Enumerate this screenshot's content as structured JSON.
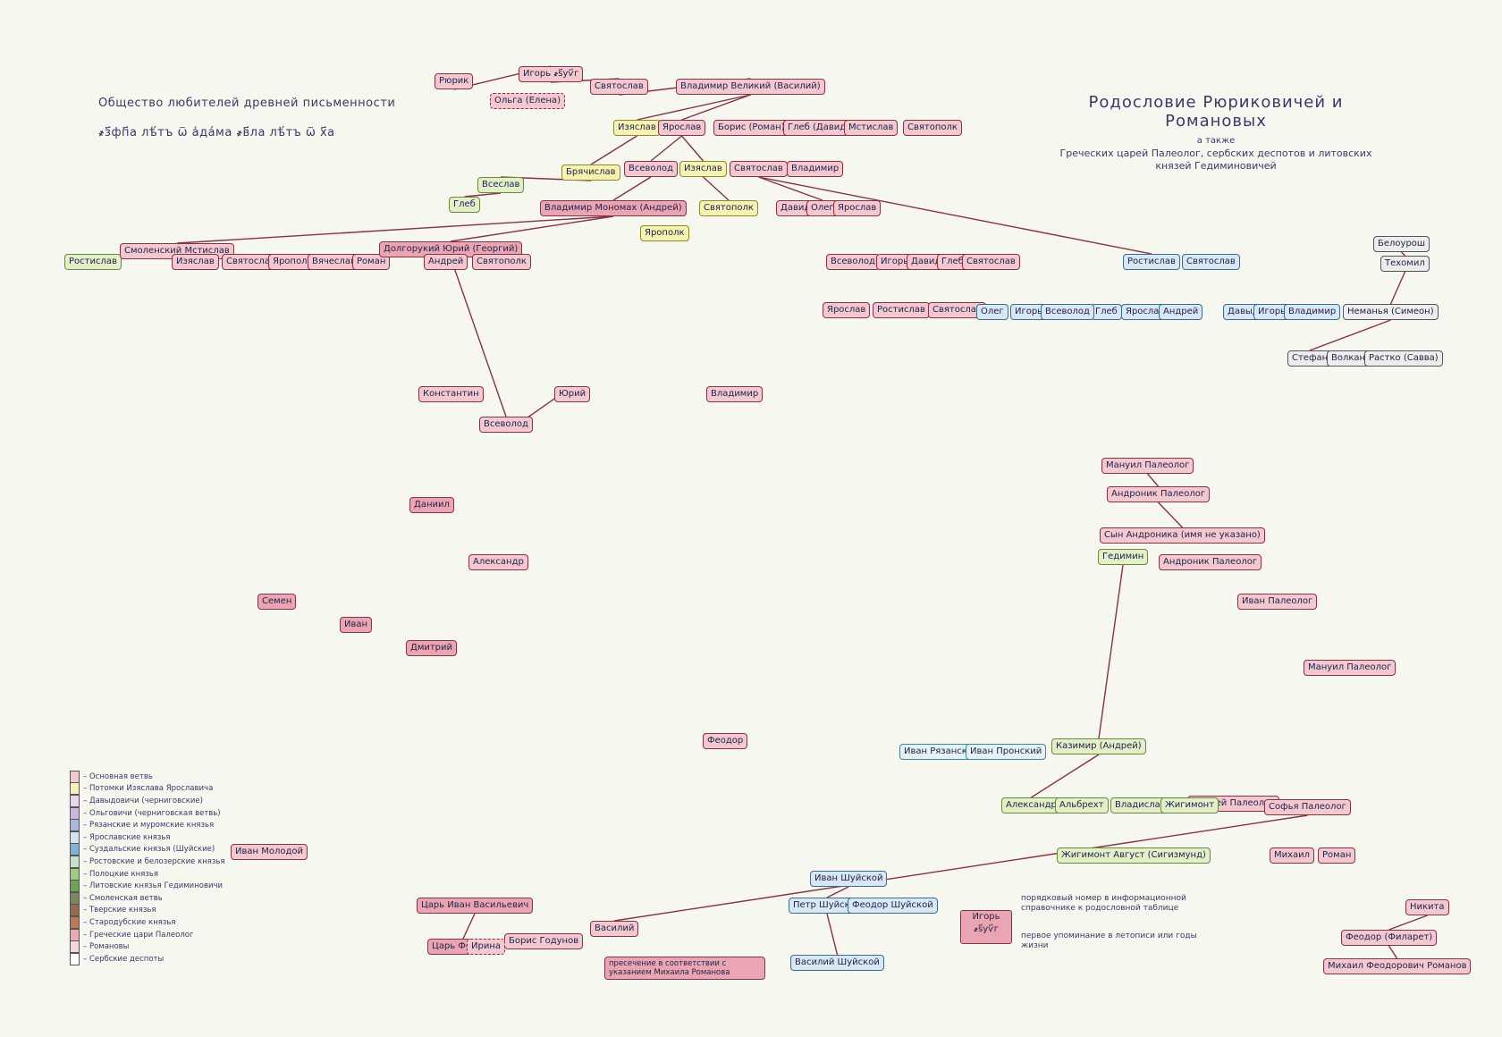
{
  "header": {
    "society": "Общество любителей древней письменности",
    "date": "҂з҃фп҃а лѣ́тъ ѿ а҆да́ма   ҂в҃ла лѣ́тъ ѿ х҃а",
    "title": "Родословие Рюриковичей и Романовых",
    "subtitle_small": "а также",
    "subtitle": "Греческих царей Палеолог, сербских деспотов и литовских князей Гедиминовичей"
  },
  "colors": {
    "main": "#f1c9cf",
    "red": "#e9a6b2",
    "green": "#e2efc9",
    "yellow": "#f6f3b2",
    "blue": "#d7e8f3",
    "cyan": "#e4f2f4",
    "gray": "#ededed"
  },
  "nodes": [
    {
      "id": "ryurik",
      "label": "Рюрик",
      "style": "main"
    },
    {
      "id": "igor",
      "label": "Игорь ҂ѕ҃уѵ҃г",
      "style": "main"
    },
    {
      "id": "olga",
      "label": "Ольга (Елена)",
      "style": "main",
      "dashed": true
    },
    {
      "id": "svyatoslav1",
      "label": "Святослав",
      "style": "main"
    },
    {
      "id": "vladimir",
      "label": "Владимир Великий (Василий)",
      "style": "main"
    },
    {
      "id": "izyaslav1",
      "label": "Изяслав",
      "style": "yellow"
    },
    {
      "id": "yaroslav1",
      "label": "Ярослав",
      "style": "main"
    },
    {
      "id": "boris",
      "label": "Борис (Роман)",
      "style": "main"
    },
    {
      "id": "gleb1",
      "label": "Глеб (Давид)",
      "style": "main"
    },
    {
      "id": "mstislav1",
      "label": "Мстислав",
      "style": "main"
    },
    {
      "id": "svyatopolk1",
      "label": "Святополк",
      "style": "main"
    },
    {
      "id": "bryachislav",
      "label": "Брячислав",
      "style": "yellow"
    },
    {
      "id": "vsevolod1",
      "label": "Всеволод",
      "style": "main"
    },
    {
      "id": "izyaslav2",
      "label": "Изяслав",
      "style": "yellow"
    },
    {
      "id": "svyatoslav2",
      "label": "Святослав",
      "style": "main"
    },
    {
      "id": "vladimir2",
      "label": "Владимир",
      "style": "main"
    },
    {
      "id": "vseslav",
      "label": "Всеслав",
      "style": "green"
    },
    {
      "id": "monomakh",
      "label": "Владимир Мономах (Андрей)",
      "style": "red"
    },
    {
      "id": "yaropolk1",
      "label": "Ярополк",
      "style": "yellow"
    },
    {
      "id": "svyatopolk2",
      "label": "Святополк",
      "style": "yellow"
    },
    {
      "id": "david1",
      "label": "Давид",
      "style": "main"
    },
    {
      "id": "oleg1",
      "label": "Олег",
      "style": "main"
    },
    {
      "id": "yaroslav2",
      "label": "Ярослав",
      "style": "main"
    },
    {
      "id": "gleb2",
      "label": "Глеб",
      "style": "green"
    },
    {
      "id": "rostislav1",
      "label": "Ростислав",
      "style": "green"
    },
    {
      "id": "mstislav2",
      "label": "Смоленский Мстислав",
      "style": "main"
    },
    {
      "id": "izyaslav3",
      "label": "Изяслав",
      "style": "main"
    },
    {
      "id": "svyatoslav3",
      "label": "Святослав",
      "style": "main"
    },
    {
      "id": "yaropolk2",
      "label": "Ярополк",
      "style": "main"
    },
    {
      "id": "vyacheslav",
      "label": "Вячеслав",
      "style": "main"
    },
    {
      "id": "roman1",
      "label": "Роман",
      "style": "main"
    },
    {
      "id": "dolgoruky",
      "label": "Долгорукий Юрий (Георгий)",
      "style": "red"
    },
    {
      "id": "andrei1",
      "label": "Андрей",
      "style": "main"
    },
    {
      "id": "svyatopolk3",
      "label": "Святополк",
      "style": "main"
    },
    {
      "id": "vsevolod2",
      "label": "Всеволод",
      "style": "main"
    },
    {
      "id": "igor2",
      "label": "Игорь",
      "style": "main"
    },
    {
      "id": "david2",
      "label": "Давид",
      "style": "main"
    },
    {
      "id": "gleb3",
      "label": "Глеб",
      "style": "main"
    },
    {
      "id": "svyatoslav4",
      "label": "Святослав",
      "style": "main"
    },
    {
      "id": "rostislav2",
      "label": "Ростислав",
      "style": "blue"
    },
    {
      "id": "svyatoslav5",
      "label": "Святослав",
      "style": "blue"
    },
    {
      "id": "yaroslav3",
      "label": "Ярослав",
      "style": "main"
    },
    {
      "id": "rostislav3",
      "label": "Ростислав",
      "style": "main"
    },
    {
      "id": "svyatoslav6",
      "label": "Святослав",
      "style": "main"
    },
    {
      "id": "gleb4",
      "label": "Глеб",
      "style": "blue"
    },
    {
      "id": "yaroslav4",
      "label": "Ярослав",
      "style": "blue"
    },
    {
      "id": "andrei2",
      "label": "Андрей",
      "style": "blue"
    },
    {
      "id": "david3",
      "label": "Давыд",
      "style": "blue"
    },
    {
      "id": "igor3",
      "label": "Игорь",
      "style": "blue"
    },
    {
      "id": "vladimir3",
      "label": "Владимир",
      "style": "blue"
    },
    {
      "id": "oleg2",
      "label": "Олег",
      "style": "blue"
    },
    {
      "id": "igor4",
      "label": "Игорь",
      "style": "blue"
    },
    {
      "id": "vsevolod3",
      "label": "Всеволод",
      "style": "blue"
    },
    {
      "id": "beloyrosh",
      "label": "Белоурош",
      "style": "gray"
    },
    {
      "id": "tehomil",
      "label": "Техомил",
      "style": "gray"
    },
    {
      "id": "nemanya",
      "label": "Неманья (Симеон)",
      "style": "gray"
    },
    {
      "id": "stefan1",
      "label": "Стефан",
      "style": "gray"
    },
    {
      "id": "vukan",
      "label": "Волкан",
      "style": "gray"
    },
    {
      "id": "rastko",
      "label": "Растко (Савва)",
      "style": "gray"
    },
    {
      "id": "manuil1",
      "label": "Мануил Палеолог",
      "style": "main"
    },
    {
      "id": "andronik",
      "label": "Андроник Палеолог",
      "style": "main"
    },
    {
      "id": "syn",
      "label": "Сын Андроника (имя не указано)",
      "style": "main"
    },
    {
      "id": "gedimin",
      "label": "Гедимин",
      "style": "green"
    },
    {
      "id": "andronik2",
      "label": "Андроник Палеолог",
      "style": "main"
    },
    {
      "id": "ivan_pal",
      "label": "Иван Палеолог",
      "style": "main"
    },
    {
      "id": "manuil2",
      "label": "Мануил Палеолог",
      "style": "main"
    },
    {
      "id": "andrei_pal",
      "label": "Андрей Палеолог",
      "style": "main"
    },
    {
      "id": "sofya",
      "label": "Софья Палеолог",
      "style": "main"
    },
    {
      "id": "kazimir",
      "label": "Казимир (Андрей)",
      "style": "green"
    },
    {
      "id": "zhigimont",
      "label": "Жигимонт Август (Сигизмунд)",
      "style": "green"
    },
    {
      "id": "aleksandr_l",
      "label": "Александр",
      "style": "green"
    },
    {
      "id": "albrekht",
      "label": "Альбрехт",
      "style": "green"
    },
    {
      "id": "vladislav_l",
      "label": "Владислав",
      "style": "green"
    },
    {
      "id": "zhigimont2",
      "label": "Жигимонт",
      "style": "green"
    },
    {
      "id": "mikhail_b",
      "label": "Михаил",
      "style": "main"
    },
    {
      "id": "roman_b",
      "label": "Роман",
      "style": "main"
    },
    {
      "id": "nikita",
      "label": "Никита",
      "style": "main"
    },
    {
      "id": "fyodor_f",
      "label": "Феодор (Филарет)",
      "style": "main"
    },
    {
      "id": "mikhail_r",
      "label": "Михаил Феодорович Романов",
      "style": "main"
    },
    {
      "id": "vasily_sh",
      "label": "Василий Шуйской",
      "style": "blue"
    },
    {
      "id": "petr_sh",
      "label": "Петр Шуйской",
      "style": "blue"
    },
    {
      "id": "fyodor_sh",
      "label": "Феодор Шуйской",
      "style": "blue"
    },
    {
      "id": "ivan_sh",
      "label": "Иван Шуйской",
      "style": "blue"
    },
    {
      "id": "ivan_g",
      "label": "Царь Иван Васильевич",
      "style": "red"
    },
    {
      "id": "fyodor_i",
      "label": "Царь Феодор",
      "style": "red"
    },
    {
      "id": "vasily3",
      "label": "Василий",
      "style": "main"
    },
    {
      "id": "ivan_m",
      "label": "Иван Молодой",
      "style": "main"
    },
    {
      "id": "dmitry_d",
      "label": "Дмитрий",
      "style": "red"
    },
    {
      "id": "ivan_k",
      "label": "Иван",
      "style": "red"
    },
    {
      "id": "semyon",
      "label": "Семен",
      "style": "red"
    },
    {
      "id": "vsevolod_bg",
      "label": "Всеволод",
      "style": "main"
    },
    {
      "id": "konstantin",
      "label": "Константин",
      "style": "main"
    },
    {
      "id": "yury2",
      "label": "Юрий",
      "style": "main"
    },
    {
      "id": "vladimir_m2",
      "label": "Владимир",
      "style": "main"
    },
    {
      "id": "aleksandr_n",
      "label": "Александр",
      "style": "main"
    },
    {
      "id": "daniil",
      "label": "Даниил",
      "style": "red"
    },
    {
      "id": "fyodor_r",
      "label": "Феодор",
      "style": "main"
    },
    {
      "id": "ivan_ryaz",
      "label": "Иван Рязанский",
      "style": "cyan"
    },
    {
      "id": "ivan_pron",
      "label": "Иван Пронский",
      "style": "cyan"
    },
    {
      "id": "boris_g",
      "label": "Борис Годунов",
      "style": "main"
    },
    {
      "id": "irina",
      "label": "Ирина",
      "style": "main",
      "dashed": true
    }
  ],
  "legend": {
    "items": [
      {
        "color": "#f1c9cf",
        "label": "– Основная ветвь"
      },
      {
        "color": "#f6f3b2",
        "label": "– Потомки Изяслава Ярославича"
      },
      {
        "color": "#e9d3ef",
        "label": "– Давыдовичи (черниговские)"
      },
      {
        "color": "#c9b6e3",
        "label": "– Ольговичи (черниговская ветвь)"
      },
      {
        "color": "#a9b8e0",
        "label": "– Рязанские и муромские князья"
      },
      {
        "color": "#cfe3f3",
        "label": "– Ярославские князья"
      },
      {
        "color": "#7fb2d8",
        "label": "– Суздальские князья (Шуйские)"
      },
      {
        "color": "#bfe3c4",
        "label": "– Ростовские и белозерские князья"
      },
      {
        "color": "#9ccf7a",
        "label": "– Полоцкие князья"
      },
      {
        "color": "#6aa84f",
        "label": "– Литовские князья Гедиминовичи"
      },
      {
        "color": "#7a8a5a",
        "label": "– Смоленская ветвь"
      },
      {
        "color": "#9a6a4a",
        "label": "– Тверские князья"
      },
      {
        "color": "#c4774a",
        "label": "– Стародубские князья"
      },
      {
        "color": "#e8a9b3",
        "label": "– Греческие цари Палеолог"
      },
      {
        "color": "#f4d6db",
        "label": "– Романовы"
      },
      {
        "color": "#ffffff",
        "label": "– Сербские деспоты"
      }
    ]
  },
  "key": {
    "sample_name": "Игорь",
    "sample_year": "҂ѕ҃уѵ҃г",
    "note1": "порядковый номер в информационной справочнике к родословной таблице",
    "note2": "первое упоминание в летописи или годы жизни"
  },
  "footnote": "пресечение в соответствии с указанием Михаила Романова"
}
